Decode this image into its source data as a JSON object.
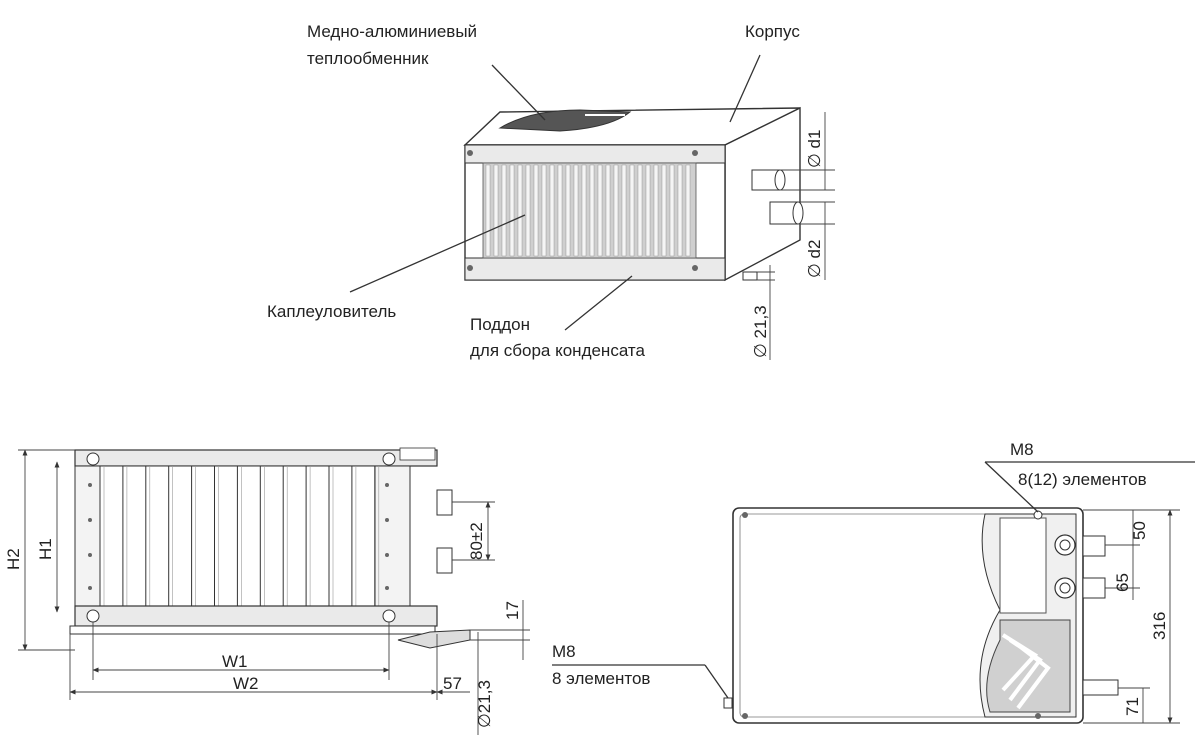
{
  "labels": {
    "heat_exchanger_l1": "Медно-алюминиевый",
    "heat_exchanger_l2": "теплообменник",
    "housing": "Корпус",
    "droplet_catcher": "Каплеуловитель",
    "tray_l1": "Поддон",
    "tray_l2": "для сбора конденсата"
  },
  "dimensions": {
    "d1": "∅ d1",
    "d2": "∅ d2",
    "drain_top": "∅ 21,3",
    "h2": "H2",
    "h1": "H1",
    "pipe_spacing": "80±2",
    "drain_height": "17",
    "drain_diam": "∅21,3",
    "w1": "W1",
    "w2": "W2",
    "offset_57": "57",
    "m8_top_l1": "M8",
    "m8_top_l2": "8(12) элементов",
    "m8_bottom_l1": "M8",
    "m8_bottom_l2": "8 элементов",
    "dim_50": "50",
    "dim_65": "65",
    "dim_316": "316",
    "dim_71": "71"
  }
}
